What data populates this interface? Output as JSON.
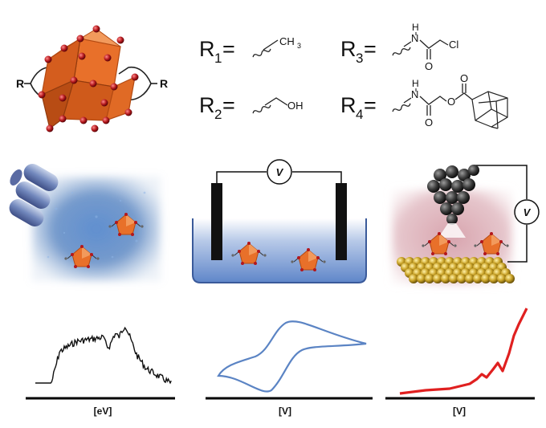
{
  "cluster": {
    "ligand_label_left": "R",
    "ligand_label_right": "R"
  },
  "substituents": [
    {
      "label": "R",
      "sub": "1",
      "eq": "=",
      "group": "CH",
      "group_sub": "3"
    },
    {
      "label": "R",
      "sub": "2",
      "eq": "=",
      "group": "OH"
    },
    {
      "label": "R",
      "sub": "3",
      "eq": "=",
      "atom_n": "N",
      "atom_h": "H",
      "atom_o": "O",
      "group": "Cl"
    },
    {
      "label": "R",
      "sub": "4",
      "eq": "=",
      "atom_n": "N",
      "atom_h": "H",
      "atom_o1": "O",
      "atom_o2": "O",
      "atom_o3": "O"
    }
  ],
  "methods": {
    "electrochem_meter": "V",
    "stm_meter": "V"
  },
  "plots": [
    {
      "axis_label": "[eV]",
      "color": "#111111"
    },
    {
      "axis_label": "[V]",
      "color": "#5b84c4"
    },
    {
      "axis_label": "[V]",
      "color": "#e02020"
    }
  ],
  "colors": {
    "cluster": "#e8702a",
    "cluster_dark": "#b34a12",
    "node": "#b3171c",
    "gold": "#c9a227",
    "stm_tip": "#3a3a3a",
    "liquid": "#5f86c9"
  }
}
